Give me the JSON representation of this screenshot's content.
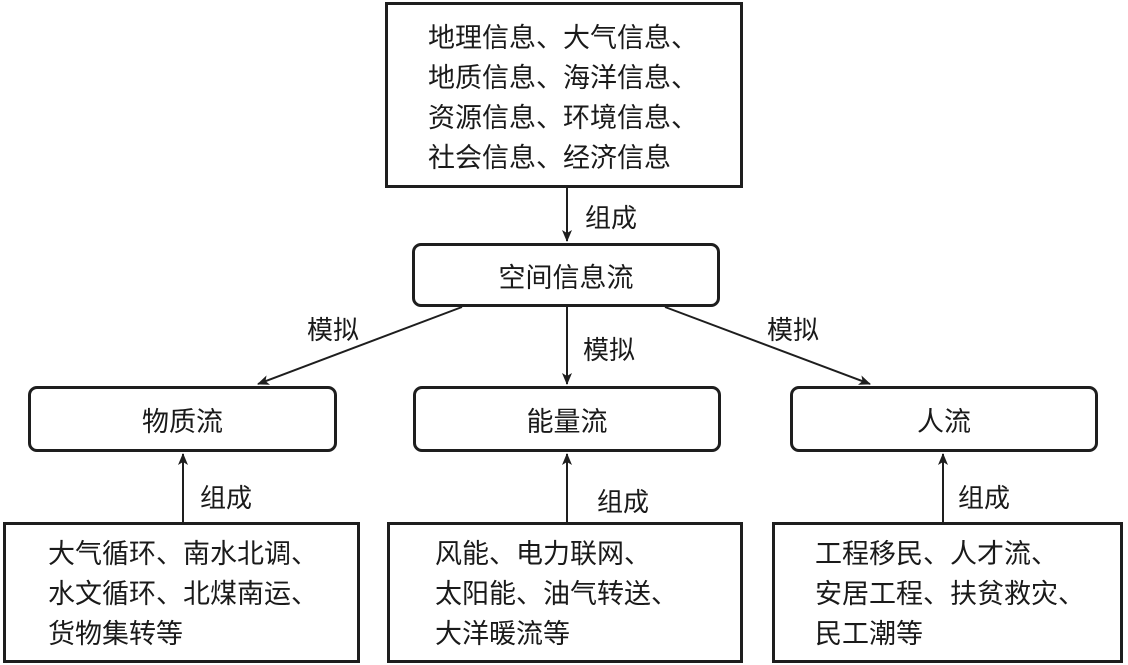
{
  "diagram": {
    "top_box": {
      "lines": [
        "地理信息、大气信息、",
        "地质信息、海洋信息、",
        "资源信息、环境信息、",
        "社会信息、经济信息"
      ]
    },
    "center_node": {
      "label": "空间信息流"
    },
    "top_edge_label": "组成",
    "simulate_labels": {
      "left": "模拟",
      "middle": "模拟",
      "right": "模拟"
    },
    "flow_nodes": [
      {
        "label": "物质流"
      },
      {
        "label": "能量流"
      },
      {
        "label": "人流"
      }
    ],
    "compose_labels": [
      "组成",
      "组成",
      "组成"
    ],
    "bottom_boxes": [
      {
        "lines": [
          "大气循环、南水北调、",
          "水文循环、北煤南运、",
          "货物集转等"
        ]
      },
      {
        "lines": [
          "风能、电力联网、",
          "太阳能、油气转送、",
          "大洋暖流等"
        ]
      },
      {
        "lines": [
          "工程移民、人才流、",
          "安居工程、扶贫救灾、",
          "民工潮等"
        ]
      }
    ]
  }
}
